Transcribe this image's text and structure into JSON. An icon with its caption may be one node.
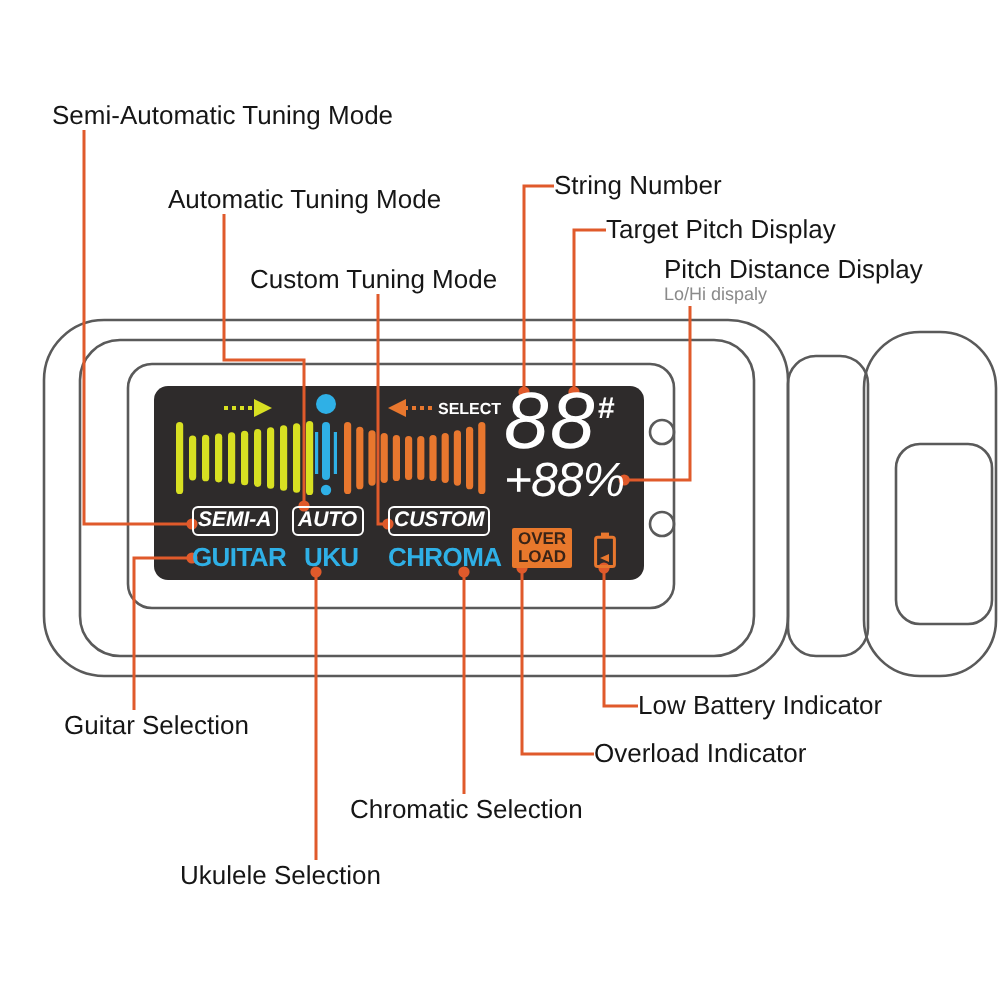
{
  "diagram": {
    "nodes": [
      {
        "text": [
          "Semi-Automatic Tuning Mode"
        ]
      },
      {
        "text": [
          "Automatic Tuning Mode"
        ]
      },
      {
        "text": [
          "Custom Tuning Mode"
        ]
      },
      {
        "text": [
          "String Number"
        ]
      },
      {
        "text": [
          "Target Pitch Display"
        ]
      },
      {
        "text": [
          "Pitch Distance Display",
          "Lo/Hi dispaly"
        ]
      },
      {
        "text": [
          "Guitar Selection"
        ]
      },
      {
        "text": [
          "Ukulele Selection"
        ]
      },
      {
        "text": [
          "Chromatic Selection"
        ]
      },
      {
        "text": [
          "Overload Indicator"
        ]
      },
      {
        "text": [
          "Low Battery Indicator"
        ]
      },
      {
        "text": [
          "SEMI-A"
        ]
      },
      {
        "text": [
          "AUTO"
        ]
      },
      {
        "text": [
          "CUSTOM"
        ]
      },
      {
        "text": [
          "8"
        ]
      },
      {
        "text": [
          "8"
        ],
        "beside": [
          "#"
        ]
      },
      {
        "text": [
          "+88%"
        ]
      },
      {
        "text": [
          "GUITAR"
        ]
      },
      {
        "text": [
          "UKU"
        ]
      },
      {
        "text": [
          "CHROMA"
        ]
      },
      {
        "text": [
          "OVER LOAD"
        ]
      },
      {
        "text": [],
        "shape": "picture"
      }
    ],
    "edges": [
      {
        "from": 0,
        "to": 11,
        "arrow": "other"
      },
      {
        "from": 1,
        "to": 12,
        "arrow": "other"
      },
      {
        "from": 2,
        "to": 13,
        "arrow": "other"
      },
      {
        "from": 3,
        "to": 14,
        "arrow": "other"
      },
      {
        "from": 4,
        "to": 15,
        "arrow": "other"
      },
      {
        "from": 5,
        "to": 16,
        "arrow": "other"
      },
      {
        "from": 6,
        "to": 17,
        "arrow": "other"
      },
      {
        "from": 7,
        "to": 18,
        "arrow": "other"
      },
      {
        "from": 8,
        "to": 19,
        "arrow": "other"
      },
      {
        "from": 9,
        "to": 20,
        "arrow": "other"
      },
      {
        "from": 10,
        "to": 21,
        "arrow": "other"
      }
    ],
    "labels": [
      "SELECT"
    ]
  }
}
